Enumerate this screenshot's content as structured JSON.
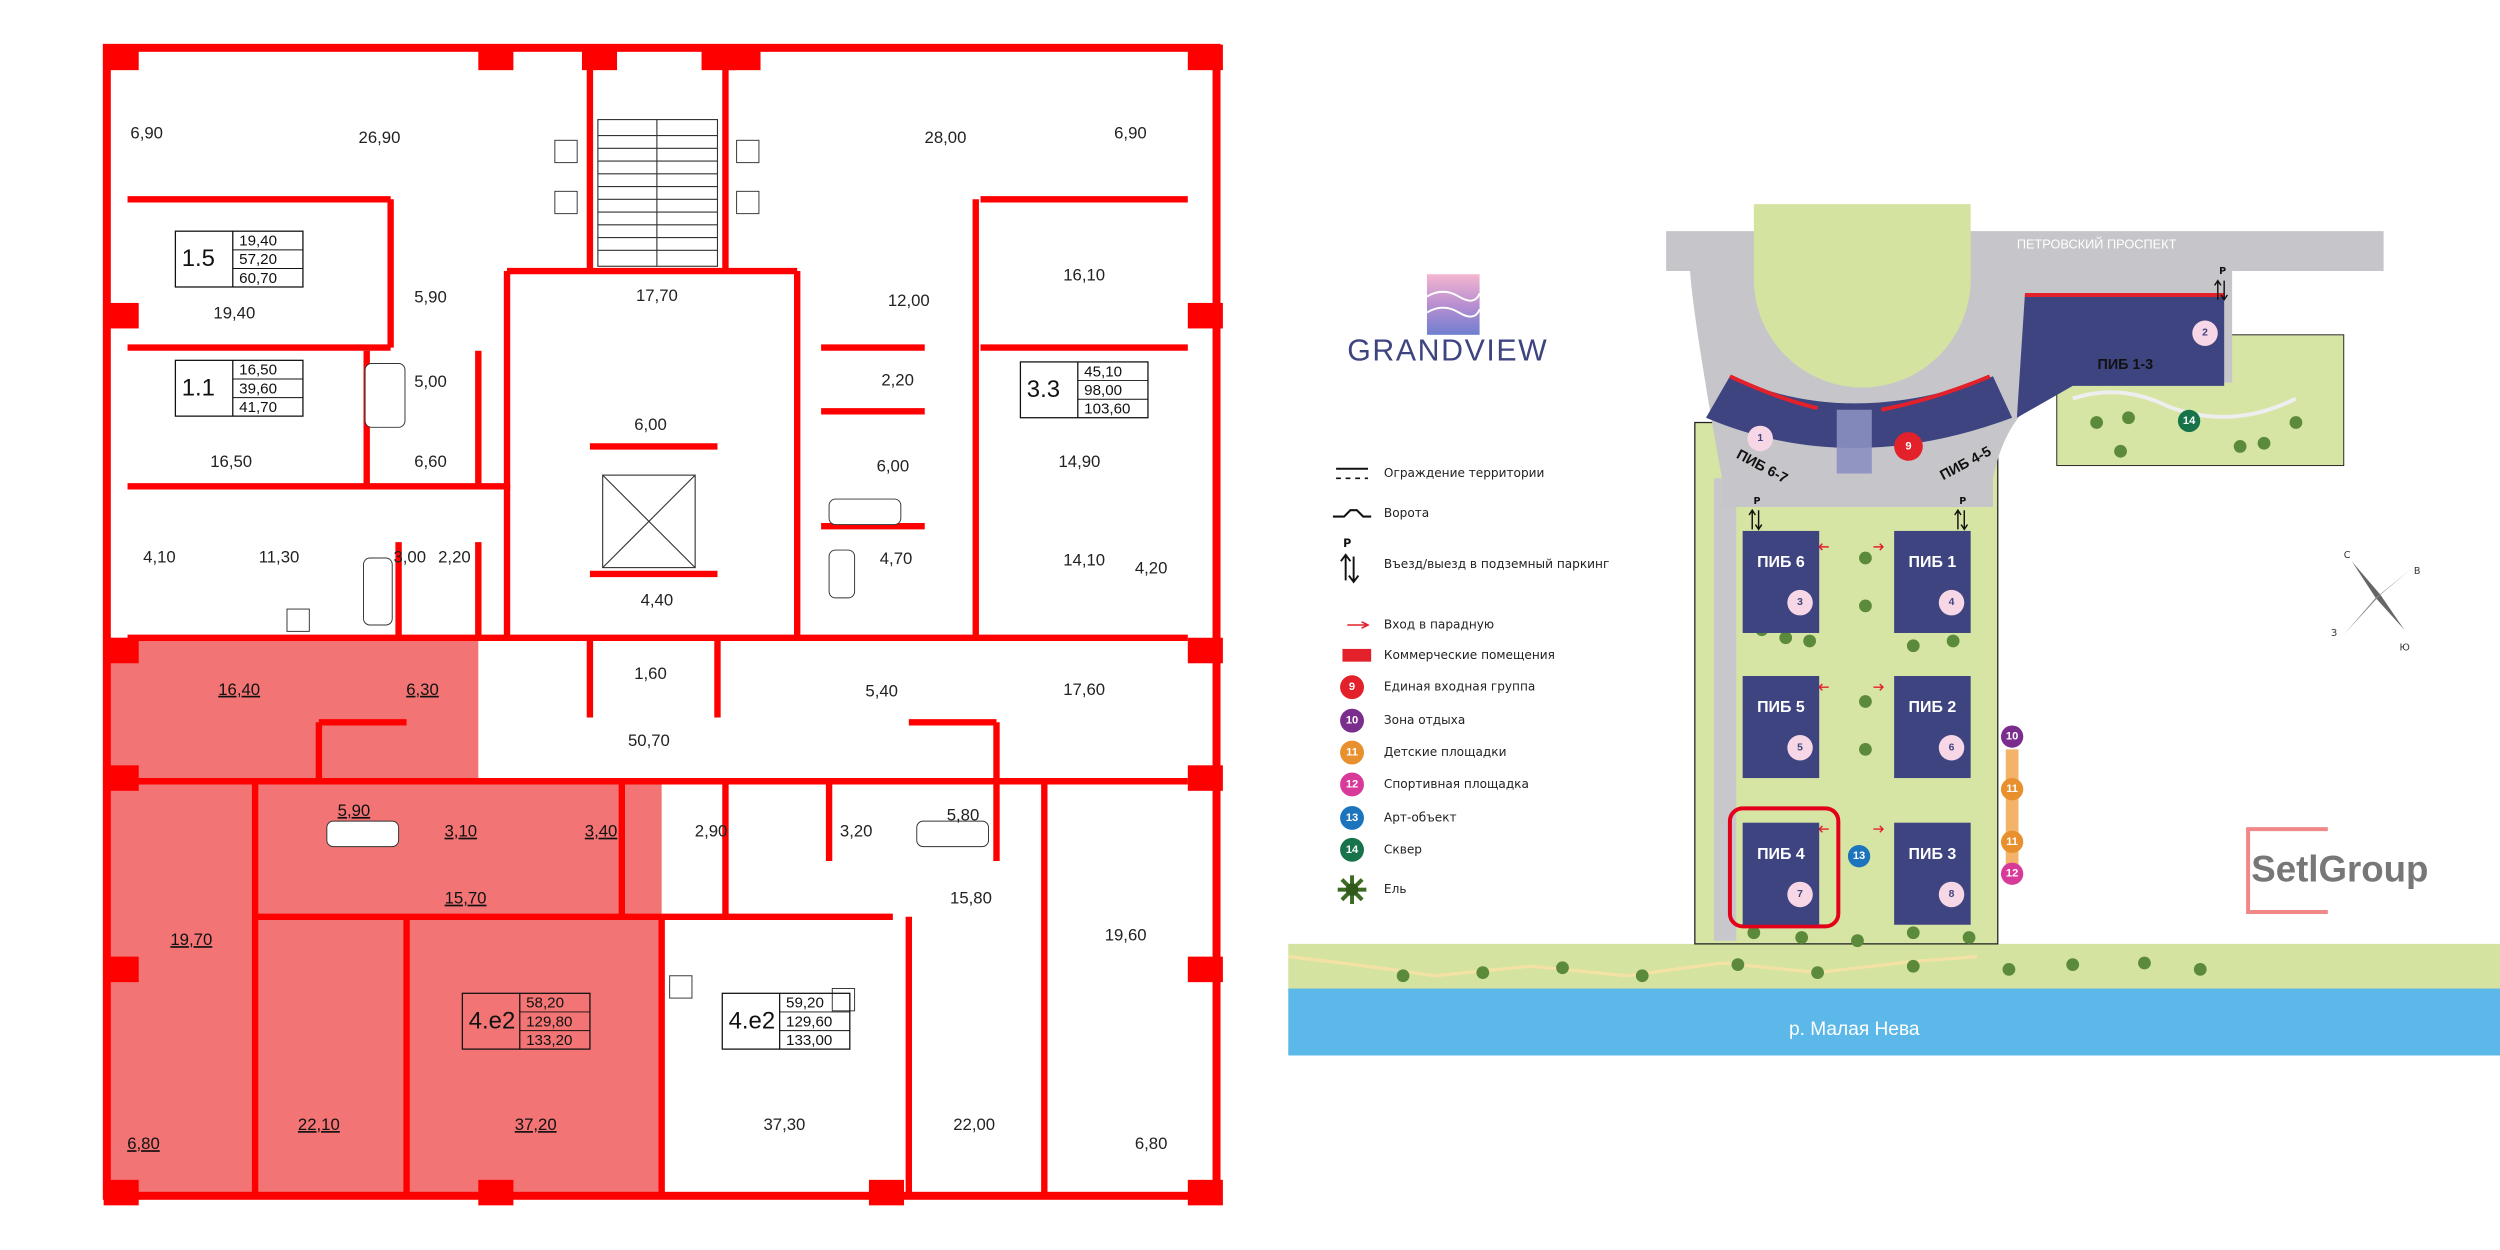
{
  "floor_plan": {
    "rooms": [
      "6,90",
      "26,90",
      "19,40",
      "5,90",
      "5,00",
      "16,50",
      "6,60",
      "4,10",
      "11,30",
      "3,00",
      "2,20",
      "16,40",
      "6,30",
      "1,60",
      "4,40",
      "6,00",
      "17,70",
      "12,00",
      "28,00",
      "6,90",
      "16,10",
      "2,20",
      "6,00",
      "14,90",
      "4,70",
      "14,10",
      "4,20",
      "5,40",
      "17,60",
      "50,70",
      "5,90",
      "3,10",
      "3,40",
      "2,90",
      "5,80",
      "3,20",
      "15,70",
      "15,80",
      "19,70",
      "19,60",
      "22,10",
      "37,20",
      "37,30",
      "22,00",
      "6,80",
      "6,80"
    ],
    "apartments": [
      {
        "type": "1.5",
        "living": "19,40",
        "total": "57,20",
        "total_with_balcony": "60,70",
        "highlighted": false
      },
      {
        "type": "1.1",
        "living": "16,50",
        "total": "39,60",
        "total_with_balcony": "41,70",
        "highlighted": false
      },
      {
        "type": "3.3",
        "living": "45,10",
        "total": "98,00",
        "total_with_balcony": "103,60",
        "highlighted": false
      },
      {
        "type": "4.e2",
        "living": "58,20",
        "total": "129,80",
        "total_with_balcony": "133,20",
        "highlighted": true
      },
      {
        "type": "4.e2",
        "living": "59,20",
        "total": "129,60",
        "total_with_balcony": "133,00",
        "highlighted": false
      }
    ],
    "wall_color": "#ff0000",
    "highlight_color": "#f26565"
  },
  "brand": {
    "logo_text": "GRANDVIEW",
    "developer_logo": "SetlGroup"
  },
  "legend": [
    {
      "icon": "fence-line",
      "label": "Ограждение территории"
    },
    {
      "icon": "gate",
      "label": "Ворота"
    },
    {
      "icon": "parking-arrows",
      "label": "Въезд/выезд в подземный паркинг"
    },
    {
      "icon": "red-arrow",
      "label": "Вход в парадную"
    },
    {
      "icon": "red-bar",
      "label": "Коммерческие помещения"
    },
    {
      "icon": "circle",
      "number": "9",
      "color": "#e3212b",
      "label": "Единая входная группа"
    },
    {
      "icon": "circle",
      "number": "10",
      "color": "#7b2d8e",
      "label": "Зона отдыха"
    },
    {
      "icon": "circle",
      "number": "11",
      "color": "#e8902e",
      "label": "Детские площадки"
    },
    {
      "icon": "circle",
      "number": "12",
      "color": "#d83a9a",
      "label": "Спортивная площадка"
    },
    {
      "icon": "circle",
      "number": "13",
      "color": "#1c75bc",
      "label": "Арт-объект"
    },
    {
      "icon": "circle",
      "number": "14",
      "color": "#16734a",
      "label": "Сквер"
    },
    {
      "icon": "tree",
      "label": "Ель"
    }
  ],
  "site_map": {
    "street": "ПЕТРОВСКИЙ ПРОСПЕКТ",
    "river": "р. Малая Нева",
    "parking_label": "P",
    "building_color": "#3d4480",
    "selected_building": "ПИБ 4",
    "buildings": [
      {
        "label": "ПИБ 6",
        "number": "3"
      },
      {
        "label": "ПИБ 1",
        "number": "4"
      },
      {
        "label": "ПИБ 5",
        "number": "5"
      },
      {
        "label": "ПИБ 2",
        "number": "6"
      },
      {
        "label": "ПИБ 4",
        "number": "7"
      },
      {
        "label": "ПИБ 3",
        "number": "8"
      }
    ],
    "curved_buildings": [
      {
        "number": "1"
      },
      {
        "number": "2"
      }
    ],
    "group_labels": [
      "ПИБ 1-3",
      "ПИБ 6-7",
      "ПИБ 4-5"
    ],
    "markers": [
      "9",
      "10",
      "11",
      "11",
      "12",
      "13",
      "14"
    ],
    "compass": [
      "С",
      "В",
      "З",
      "Ю"
    ]
  }
}
